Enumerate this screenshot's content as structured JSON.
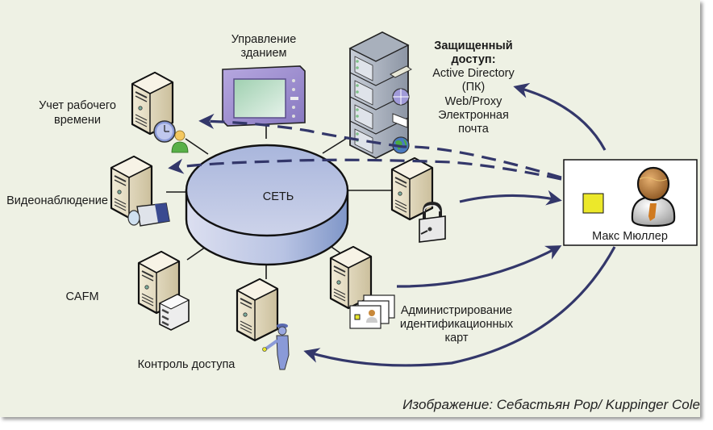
{
  "diagram": {
    "network": {
      "label": "СЕТЬ"
    },
    "nodes": {
      "building_management": {
        "label_lines": [
          "Управление",
          "зданием"
        ]
      },
      "secure_access": {
        "title_lines": [
          "Защищенный",
          "доступ:"
        ],
        "item_lines": [
          "Active Directory",
          "(ПК)",
          "Web/Proxy",
          "Электронная",
          "почта"
        ]
      },
      "time_tracking": {
        "label_lines": [
          "Учет рабочего",
          "времени"
        ]
      },
      "video_surveillance": {
        "label": "Видеонаблюдение"
      },
      "cafm": {
        "label": "CAFM"
      },
      "access_control": {
        "label": "Контроль доступа"
      },
      "id_card_admin": {
        "label_lines": [
          "Администрирование",
          "идентификационных",
          "карт"
        ]
      },
      "auth_server": {
        "label": ""
      },
      "user": {
        "name": "Макс Мюллер"
      }
    },
    "caption": "Изображение: Себастьян Рор/ Kuppinger Cole",
    "colors": {
      "background": "#eef1e4",
      "arrow": "#33376a",
      "network_top": "#b4c0e0",
      "network_side": "#8ea3d0",
      "card_chip": "#e8e62a",
      "server_body": "#e8e0c8"
    }
  }
}
